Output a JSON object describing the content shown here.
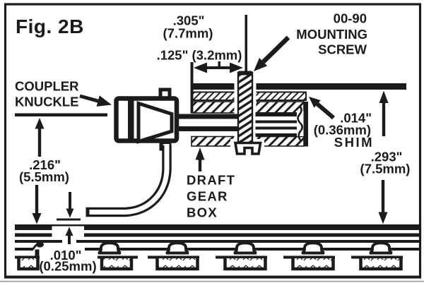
{
  "figure": {
    "title": "Fig. 2B",
    "ink_color": "#1b1b1b",
    "background_color": "#ffffff",
    "labels": {
      "dim_box_width": {
        "line1": ".305\"",
        "line2": "(7.7mm)"
      },
      "dim_screw_offset": {
        "line1": ".125\" (3.2mm)"
      },
      "mounting_screw": {
        "line1": "00-90",
        "line2": "MOUNTING",
        "line3": "SCREW"
      },
      "coupler_knuckle": {
        "line1": "COUPLER",
        "line2": "KNUCKLE"
      },
      "shim": {
        "line1": ".014\"",
        "line2": "(0.36mm)",
        "line3": "SHIM"
      },
      "dim_coupler_height": {
        "line1": ".216\"",
        "line2": "(5.5mm)"
      },
      "draft_gear_box": {
        "line1": "DRAFT",
        "line2": "GEAR",
        "line3": "BOX"
      },
      "dim_underframe_height": {
        "line1": ".293\"",
        "line2": "(7.5mm)"
      },
      "dim_trip_pin_gap": {
        "line1": ".010\"",
        "line2": "(0.25mm)"
      }
    }
  }
}
